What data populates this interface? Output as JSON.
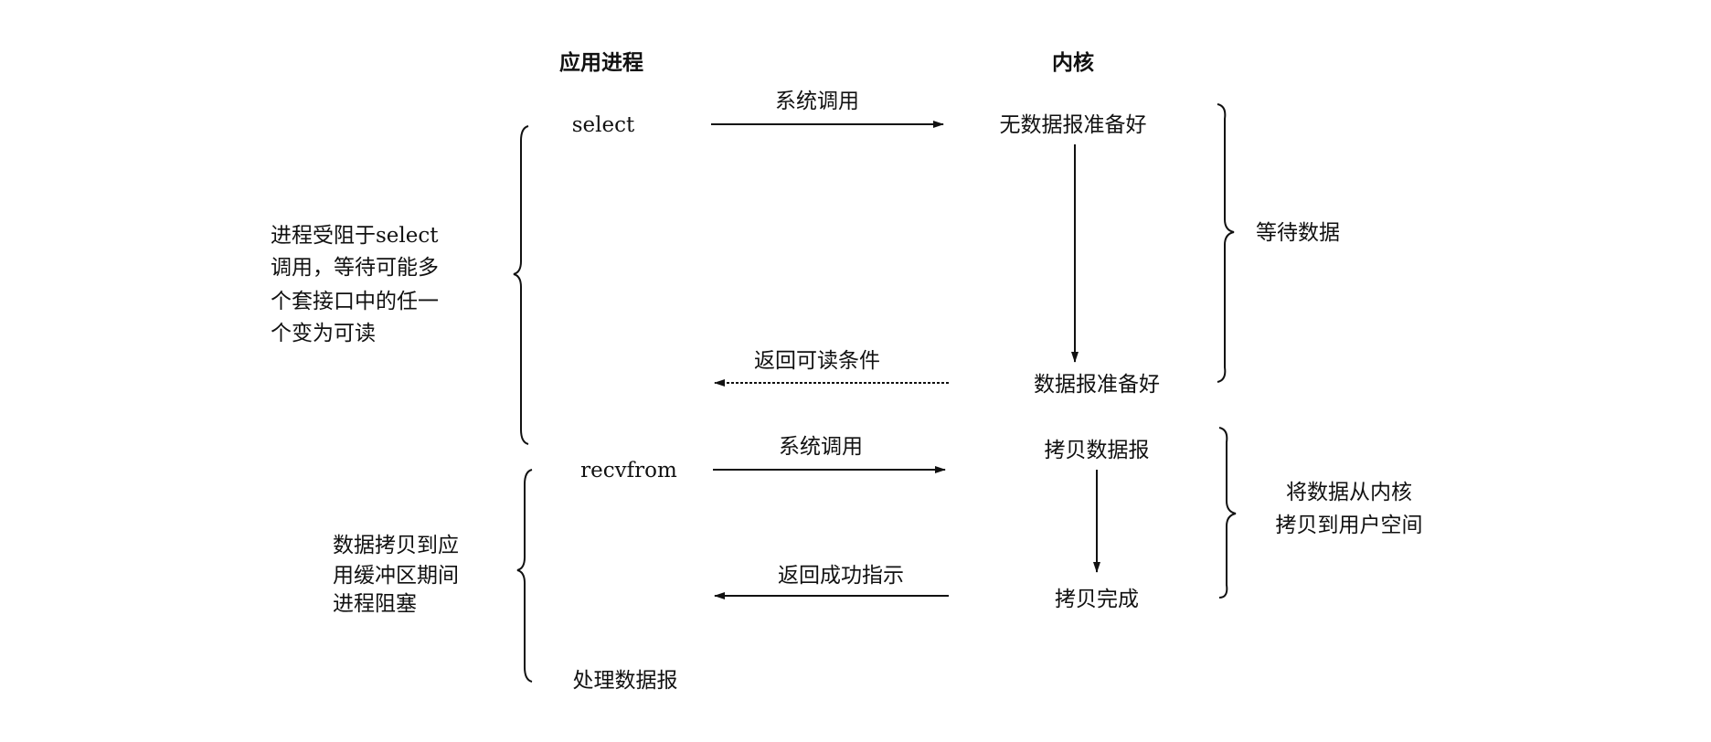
{
  "columns": {
    "app": "应用进程",
    "kernel": "内核"
  },
  "phase1": {
    "app_call": "select",
    "call_label": "系统调用",
    "kernel_start": "无数据报准备好",
    "return_label": "返回可读条件",
    "kernel_end": "数据报准备好",
    "kernel_brace_label": "等待数据",
    "app_brace_label": [
      "进程受阻于select",
      "调用，等待可能多",
      "个套接口中的任一",
      "个变为可读"
    ]
  },
  "phase2": {
    "app_call": "recvfrom",
    "call_label": "系统调用",
    "kernel_start": "拷贝数据报",
    "return_label": "返回成功指示",
    "kernel_end": "拷贝完成",
    "kernel_brace_label": [
      "将数据从内核",
      "拷贝到用户空间"
    ],
    "app_brace_label": [
      "数据拷贝到应",
      "用缓冲区期间",
      "进程阻塞"
    ],
    "app_end": "处理数据报"
  }
}
